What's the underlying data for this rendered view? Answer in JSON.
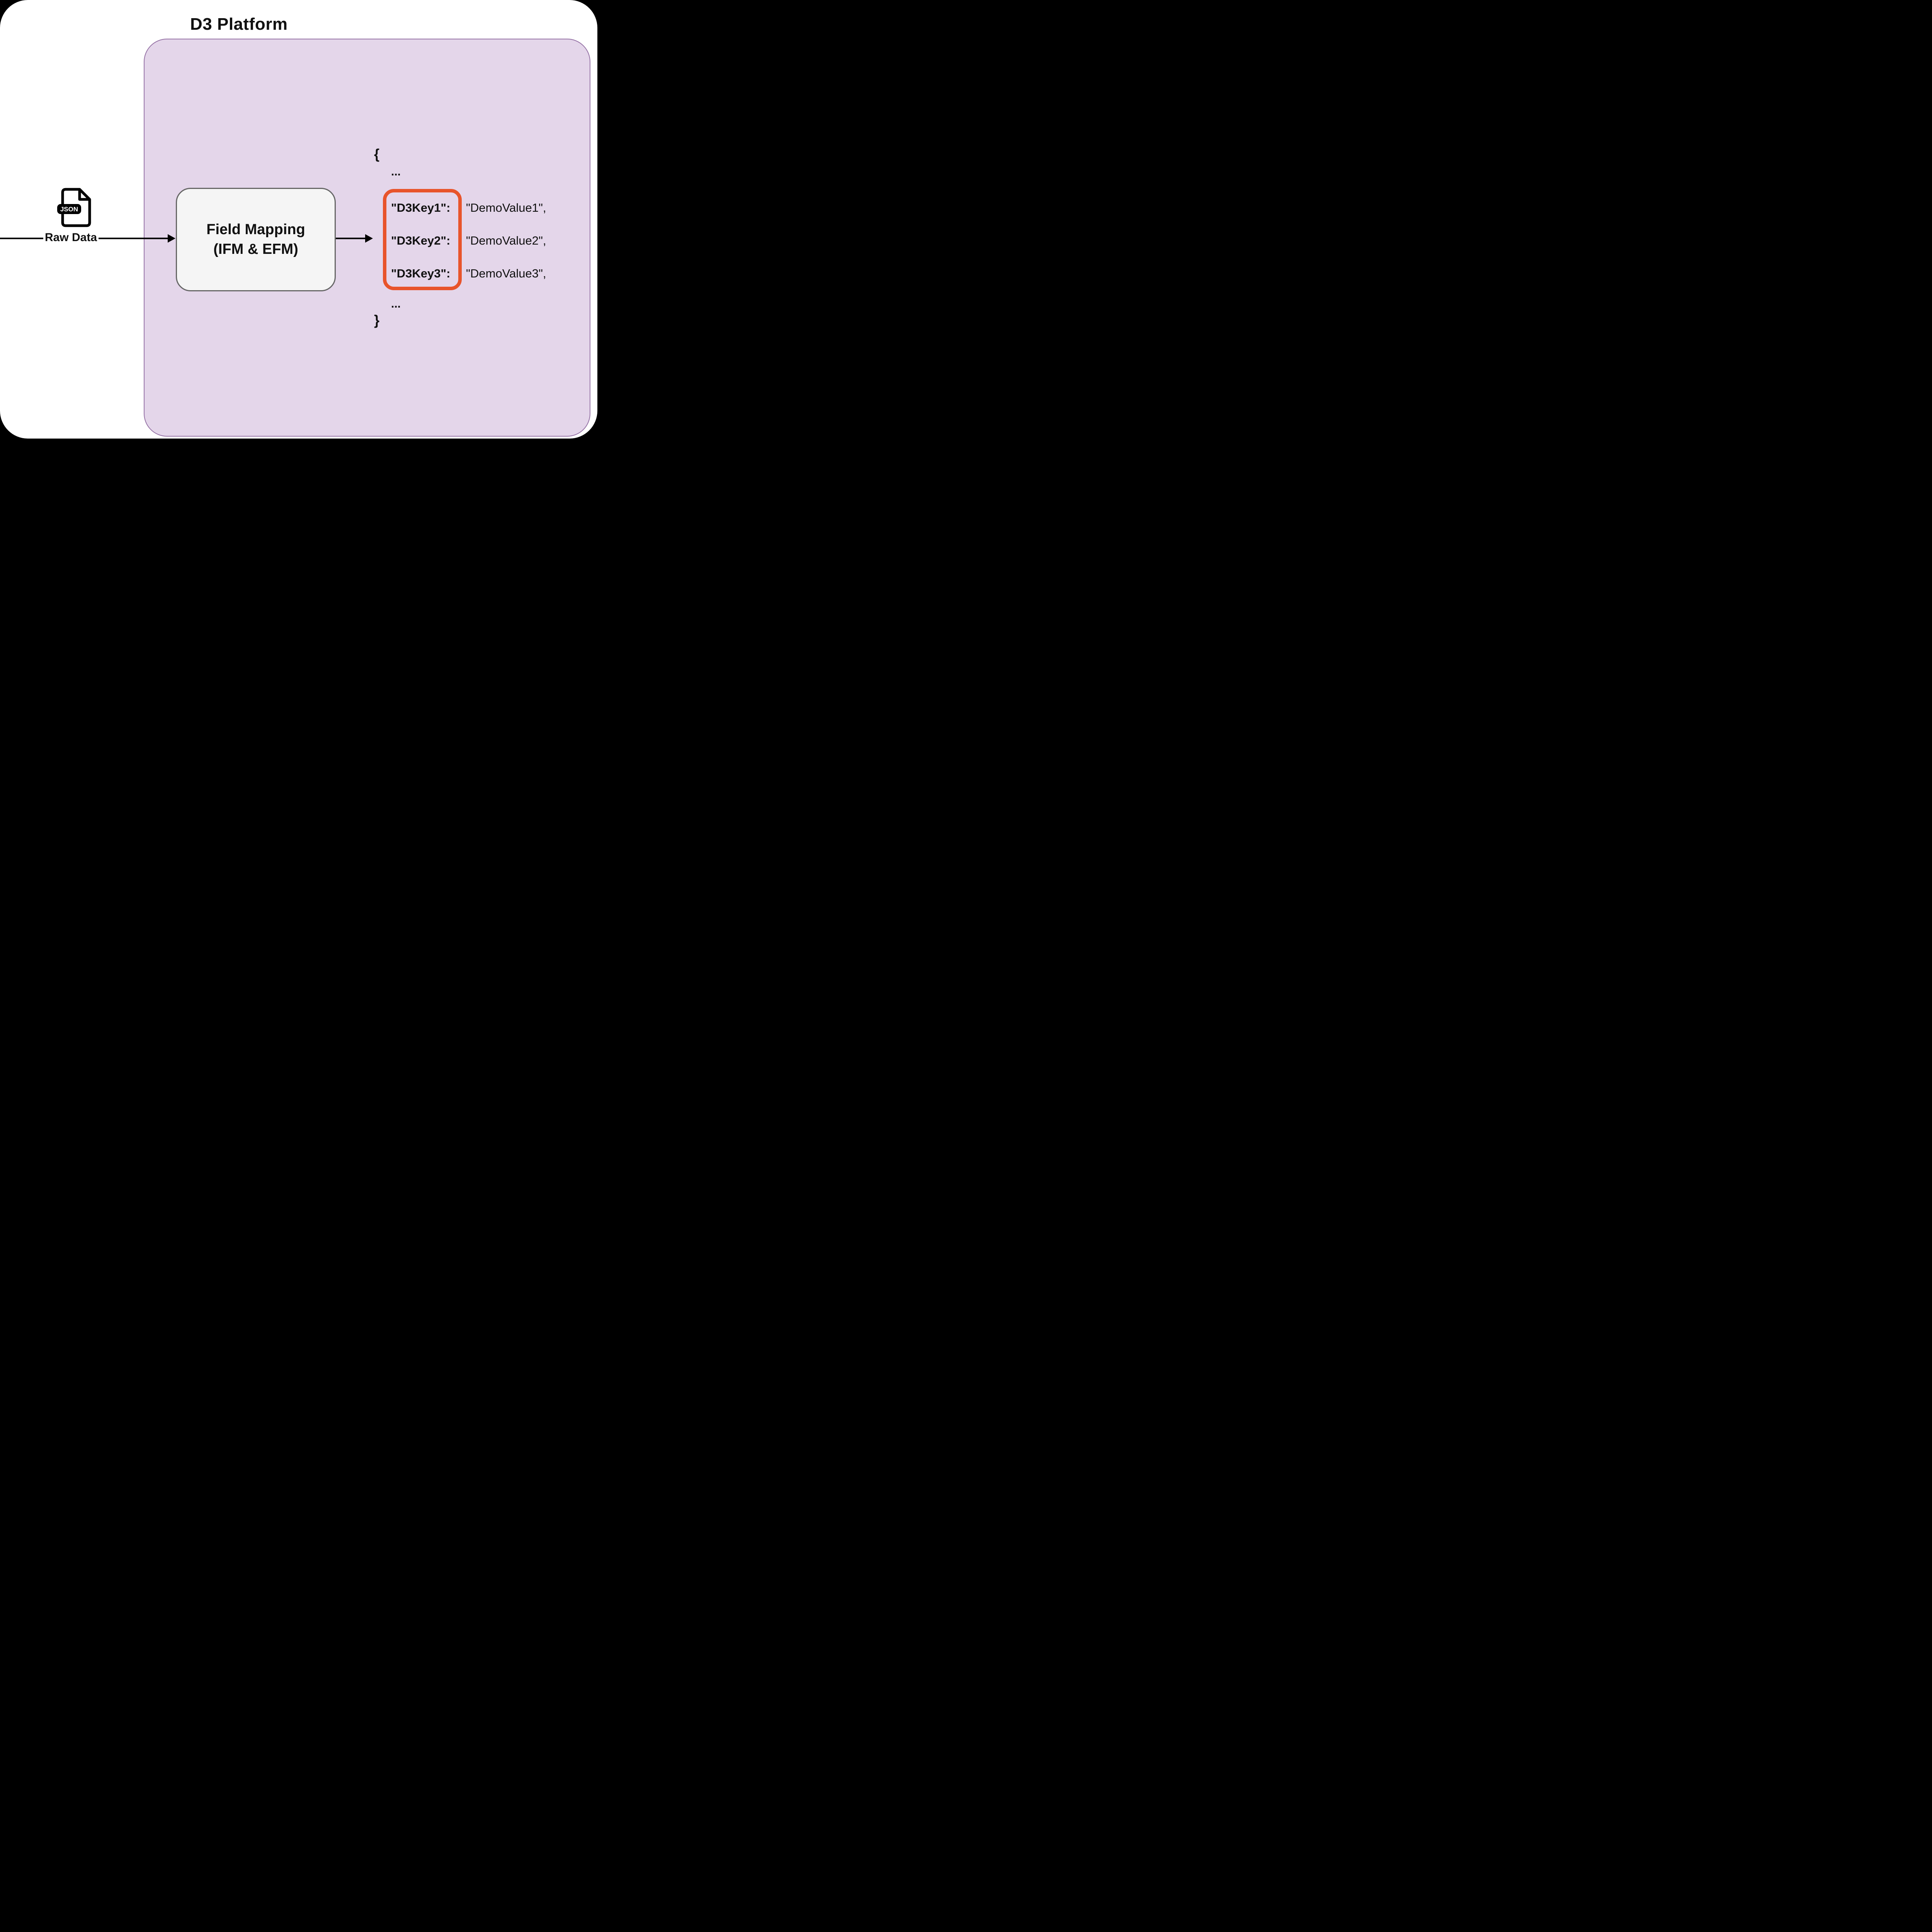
{
  "diagram": {
    "title": "D3 Platform",
    "raw_data": {
      "label": "Raw Data",
      "icon": "json-file-icon",
      "icon_badge": "JSON"
    },
    "field_mapping": {
      "line1": "Field Mapping",
      "line2": "(IFM & EFM)"
    },
    "json_block": {
      "open_brace": "{",
      "ellipsis_top": "...",
      "entries": [
        {
          "key": "\"D3Key1\":",
          "value": "\"DemoValue1\","
        },
        {
          "key": "\"D3Key2\":",
          "value": "\"DemoValue2\","
        },
        {
          "key": "\"D3Key3\":",
          "value": "\"DemoValue3\","
        }
      ],
      "ellipsis_bottom": "...",
      "close_brace": "}"
    },
    "colors": {
      "platform_fill": "#e4d6ea",
      "platform_stroke": "#9673a6",
      "box_fill": "#f5f5f5",
      "box_stroke": "#666666",
      "highlight": "#e8542b"
    }
  }
}
